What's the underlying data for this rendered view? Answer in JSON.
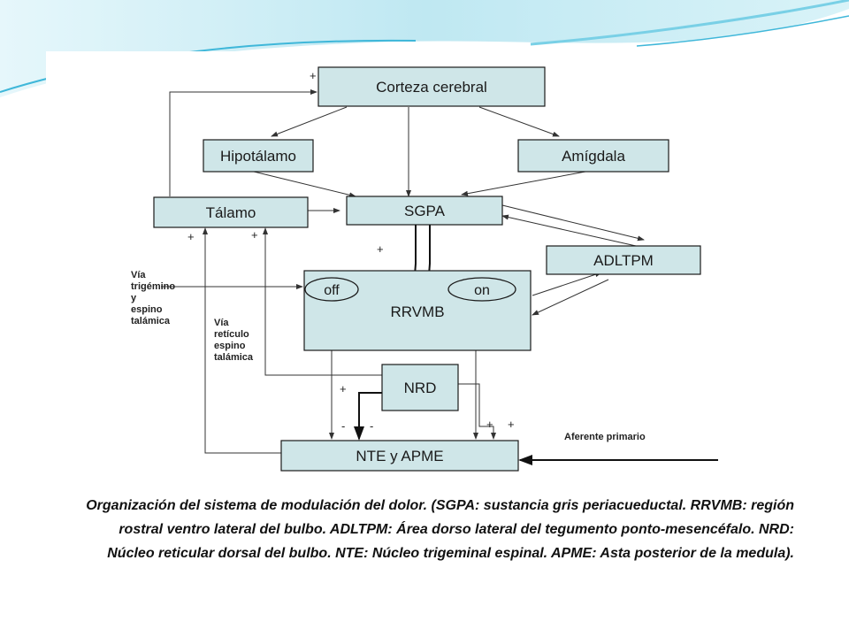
{
  "diagram": {
    "boxes": {
      "corteza": "Corteza cerebral",
      "hipotalamo": "Hipotálamo",
      "amigdala": "Amígdala",
      "talamo": "Tálamo",
      "sgpa": "SGPA",
      "adltpm": "ADLTPM",
      "rrvmb": "RRVMB",
      "off": "off",
      "on": "on",
      "nrd": "NRD",
      "nte": "NTE y APME"
    },
    "signs": {
      "plus": "+",
      "minus": "-"
    },
    "labels": {
      "via_trigemino": [
        "Vía",
        "trigémino",
        "y",
        "espino",
        "talámica"
      ],
      "via_reticulo": [
        "Vía",
        "retículo",
        "espino",
        "talámica"
      ],
      "aferente": "Aferente primario"
    }
  },
  "caption": "Organización del sistema de modulación del dolor. (SGPA: sustancia gris periacueductal. RRVMB: región rostral ventro lateral del bulbo. ADLTPM: Área dorso lateral del tegumento ponto-mesencéfalo. NRD: Núcleo reticular dorsal del bulbo. NTE: Núcleo trigeminal espinal. APME: Asta posterior de la medula).",
  "colors": {
    "box_fill": "#cfe6e8",
    "wave_light": "#cdeef5",
    "wave_accent": "#3fb7d9"
  }
}
